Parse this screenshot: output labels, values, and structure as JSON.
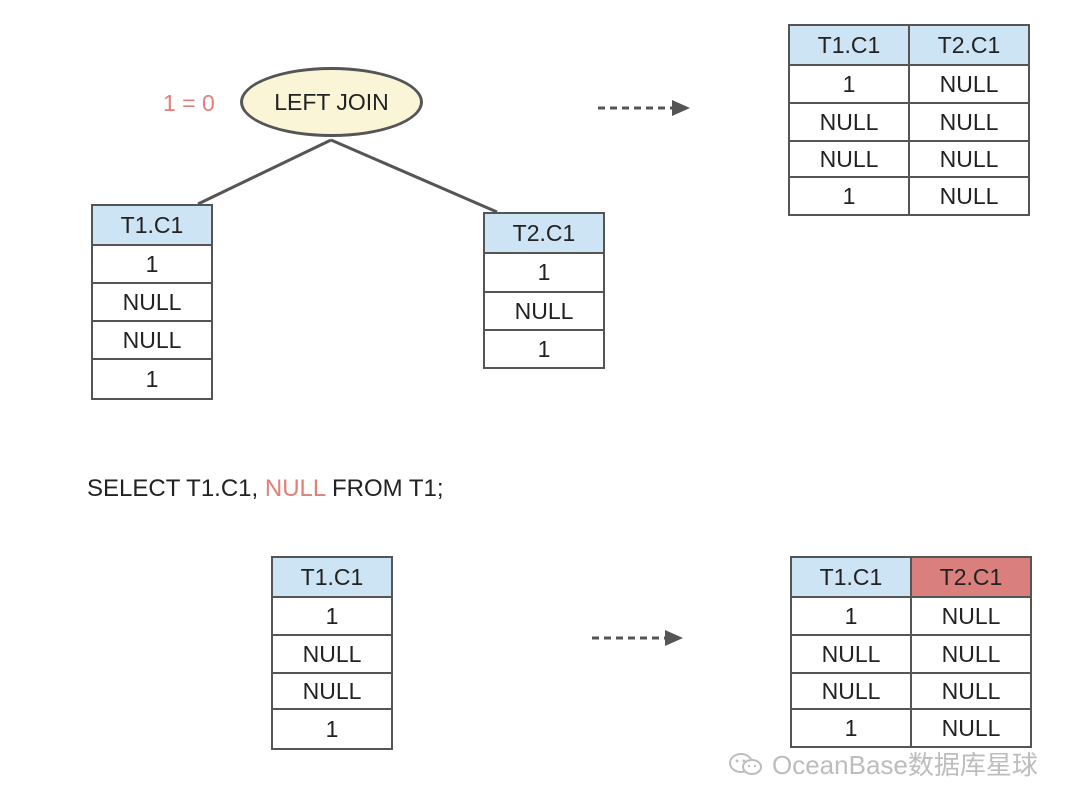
{
  "join": {
    "condition": "1 = 0",
    "label": "LEFT JOIN"
  },
  "t1_input": {
    "header": "T1.C1",
    "rows": [
      "1",
      "NULL",
      "NULL",
      "1"
    ]
  },
  "t2_input": {
    "header": "T2.C1",
    "rows": [
      "1",
      "NULL",
      "1"
    ]
  },
  "join_result": {
    "headers": [
      "T1.C1",
      "T2.C1"
    ],
    "rows": [
      [
        "1",
        "NULL"
      ],
      [
        "NULL",
        "NULL"
      ],
      [
        "NULL",
        "NULL"
      ],
      [
        "1",
        "NULL"
      ]
    ]
  },
  "sql": {
    "part1": "SELECT T1.C1, ",
    "null_word": "NULL",
    "part2": " FROM T1;"
  },
  "select_input": {
    "header": "T1.C1",
    "rows": [
      "1",
      "NULL",
      "NULL",
      "1"
    ]
  },
  "select_result": {
    "headers": [
      "T1.C1",
      "T2.C1"
    ],
    "rows": [
      [
        "1",
        "NULL"
      ],
      [
        "NULL",
        "NULL"
      ],
      [
        "NULL",
        "NULL"
      ],
      [
        "1",
        "NULL"
      ]
    ]
  },
  "watermark": {
    "text": "OceanBase数据库星球"
  },
  "colors": {
    "header_blue": "#cce4f3",
    "header_red": "#d9807e",
    "ellipse_fill": "#fbf5d8",
    "condition_red": "#e0807a"
  }
}
